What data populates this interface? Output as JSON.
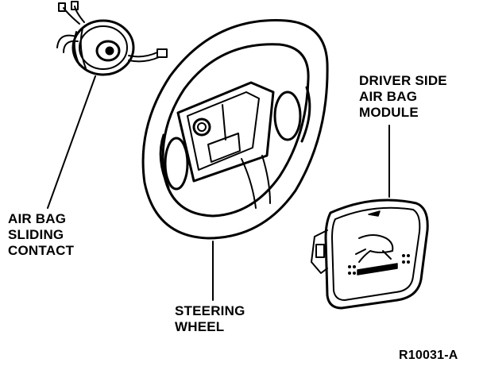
{
  "labels": {
    "driver_side_module": [
      "DRIVER SIDE",
      "AIR BAG",
      "MODULE"
    ],
    "sliding_contact": [
      "AIR BAG",
      "SLIDING",
      "CONTACT"
    ],
    "steering_wheel": [
      "STEERING",
      "WHEEL"
    ],
    "figure_code": "R10031-A"
  },
  "colors": {
    "ink": "#000000",
    "paper": "#ffffff"
  }
}
